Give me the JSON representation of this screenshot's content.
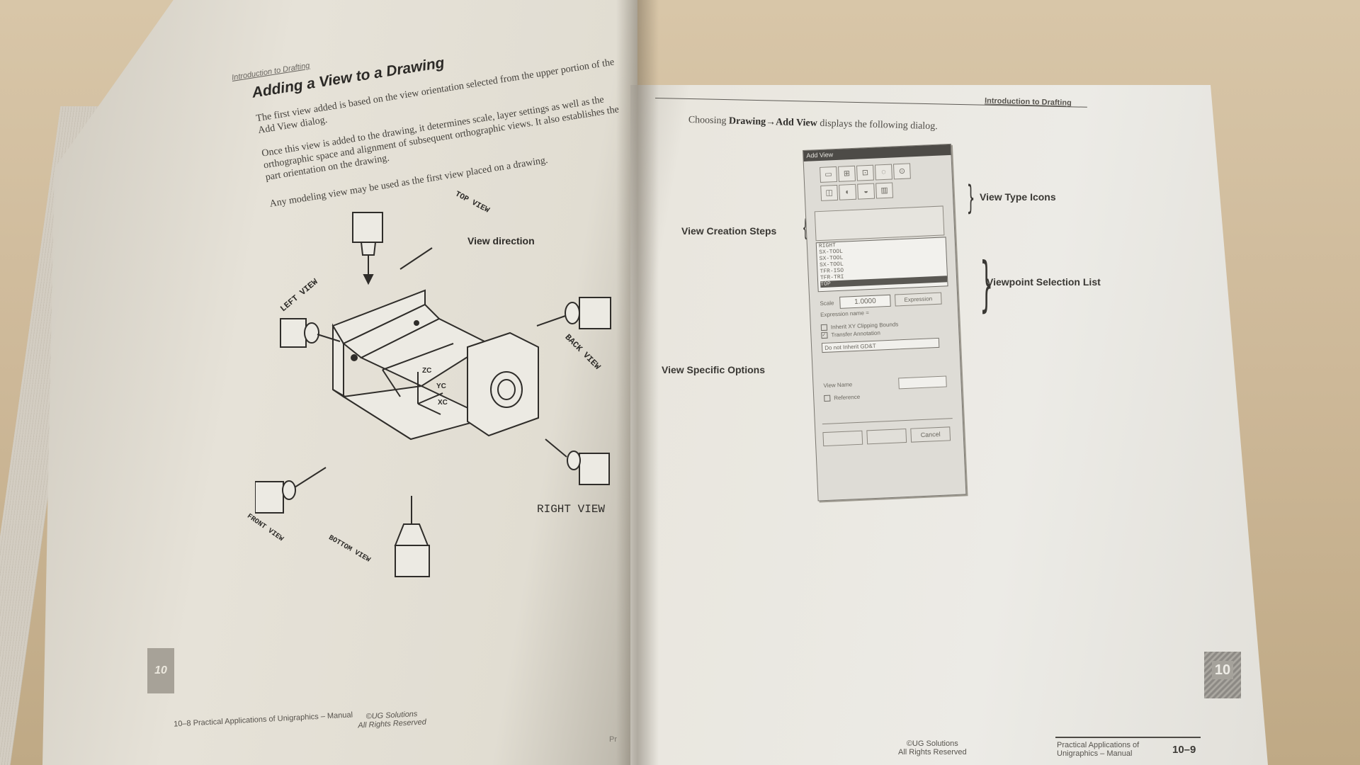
{
  "left_page": {
    "section_header": "Introduction to Drafting",
    "title": "Adding a View to a Drawing",
    "paragraphs": [
      "The first view added is based on the view orientation selected from the upper portion of the Add View dialog.",
      "Once this view is added to the drawing, it determines scale, layer settings as well as the orthographic space and alignment of subsequent orthographic views. It also establishes the part orientation on the drawing.",
      "Any modeling view may be used as the first view placed on a drawing."
    ],
    "illustration": {
      "labels": {
        "top_view": "TOP VIEW",
        "view_direction": "View direction",
        "left_view": "LEFT VIEW",
        "back_view": "BACK VIEW",
        "right_view": "RIGHT VIEW",
        "front_view": "FRONT VIEW",
        "bottom_view": "BOTTOM VIEW",
        "zc": "ZC",
        "yc": "YC",
        "xc": "XC"
      }
    },
    "tab_number": "10",
    "footer_left": "10–8   Practical Applications of Unigraphics – Manual",
    "footer_copyright_1": "©UG Solutions",
    "footer_copyright_2": "All Rights Reserved",
    "edge_text": "Pr"
  },
  "right_page": {
    "section_header": "Introduction to Drafting",
    "intro_prefix": "Choosing ",
    "intro_bold": "Drawing→Add View",
    "intro_suffix": " displays the following dialog.",
    "callouts": {
      "view_type_icons": "View Type Icons",
      "view_creation_steps": "View Creation Steps",
      "viewpoint_selection_list": "Viewpoint Selection List",
      "view_specific_options": "View Specific Options"
    },
    "dialog": {
      "title": "Add View",
      "list_items": [
        "RIGHT",
        "SX-TOOL",
        "SX-TOOL",
        "SX-TOOL",
        "TFR-ISO",
        "TFR-TRI",
        "TOP"
      ],
      "selected_item": "TOP",
      "scale_label": "Scale",
      "scale_value": "1.0000",
      "expression_button": "Expression",
      "expression_name": "Expression name =",
      "check_clip": "Inherit XY Clipping Bounds",
      "check_transfer": "Transfer Annotation",
      "gdt_select": "Do not Inherit GD&T",
      "view_name_label": "View Name",
      "reference_label": "Reference",
      "cancel_button": "Cancel"
    },
    "tab_number": "10",
    "footer_copyright_1": "©UG Solutions",
    "footer_copyright_2": "All Rights Reserved",
    "footer_title_1": "Practical Applications of",
    "footer_title_2": "Unigraphics – Manual",
    "footer_page": "10–9"
  }
}
